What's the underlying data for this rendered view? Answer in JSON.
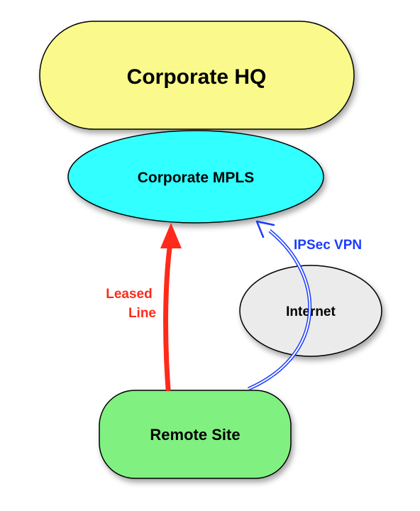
{
  "nodes": {
    "hq": "Corporate HQ",
    "mpls": "Corporate MPLS",
    "internet": "Internet",
    "remote": "Remote Site"
  },
  "edges": {
    "leased_line": [
      "Leased",
      "Line"
    ],
    "vpn": "IPSec VPN"
  },
  "colors": {
    "hq_fill": "#fafa8c",
    "mpls_fill": "#33ffff",
    "internet_fill": "#ebebeb",
    "remote_fill": "#80f080",
    "leased_line": "#ff2a1a",
    "vpn": "#1a3cff",
    "outline": "#000000"
  }
}
